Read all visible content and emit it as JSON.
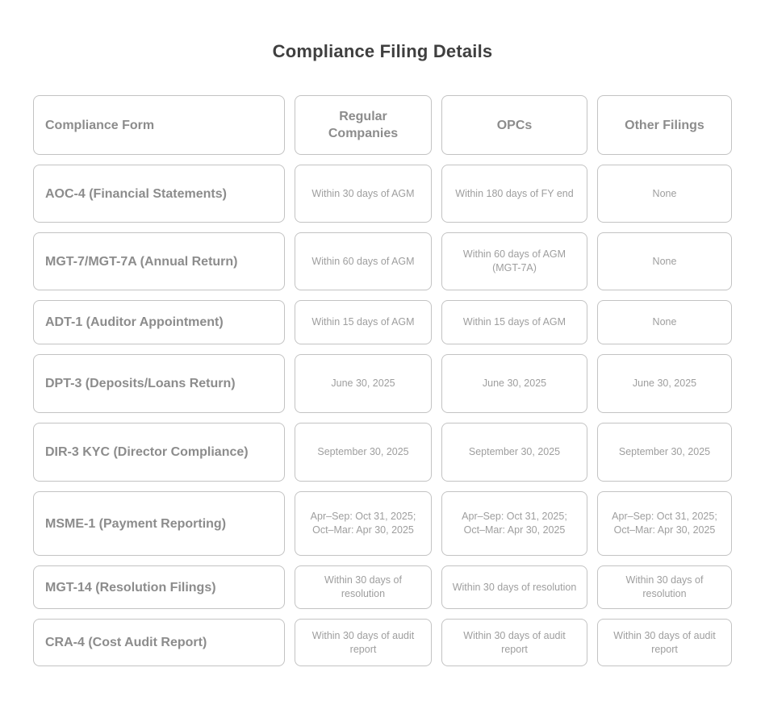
{
  "title": "Compliance Filing Details",
  "table": {
    "columns": [
      "Compliance Form",
      "Regular Companies",
      "OPCs",
      "Other Filings"
    ],
    "rows": [
      {
        "form": "AOC-4 (Financial Statements)",
        "regular": "Within 30 days of AGM",
        "opc": "Within 180 days of FY end",
        "other": "None"
      },
      {
        "form": "MGT-7/MGT-7A (Annual Return)",
        "regular": "Within 60 days of AGM",
        "opc": "Within 60 days of AGM (MGT-7A)",
        "other": "None"
      },
      {
        "form": "ADT-1 (Auditor Appointment)",
        "regular": "Within 15 days of AGM",
        "opc": "Within 15 days of AGM",
        "other": "None"
      },
      {
        "form": "DPT-3 (Deposits/Loans Return)",
        "regular": "June 30, 2025",
        "opc": "June 30, 2025",
        "other": "June 30, 2025"
      },
      {
        "form": "DIR-3 KYC (Director Compliance)",
        "regular": "September 30, 2025",
        "opc": "September 30, 2025",
        "other": "September 30, 2025"
      },
      {
        "form": "MSME-1 (Payment Reporting)",
        "regular": "Apr–Sep: Oct 31, 2025; Oct–Mar: Apr 30, 2025",
        "opc": "Apr–Sep: Oct 31, 2025; Oct–Mar: Apr 30, 2025",
        "other": "Apr–Sep: Oct 31, 2025; Oct–Mar: Apr 30, 2025"
      },
      {
        "form": "MGT-14 (Resolution Filings)",
        "regular": "Within 30 days of resolution",
        "opc": "Within 30 days of resolution",
        "other": "Within 30 days of resolution"
      },
      {
        "form": "CRA-4 (Cost Audit Report)",
        "regular": "Within 30 days of audit report",
        "opc": "Within 30 days of audit report",
        "other": "Within 30 days of audit report"
      }
    ]
  },
  "colors": {
    "title": "#3f3f3f",
    "header_text": "#8c8c8c",
    "body_text": "#9e9e9e",
    "cell_border": "#c3c3c3",
    "background": "#ffffff"
  }
}
